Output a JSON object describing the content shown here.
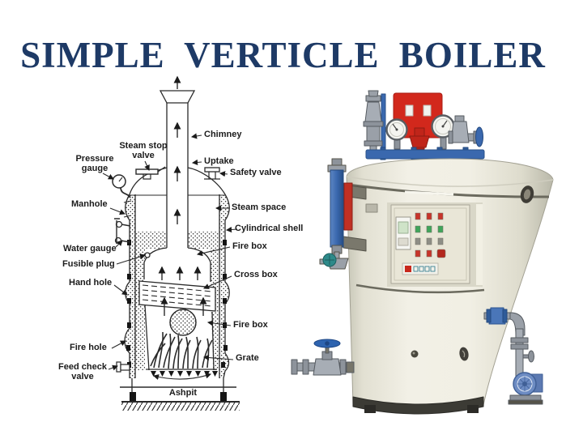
{
  "title": "SIMPLE VERTICLE BOILER",
  "diagram": {
    "labels": {
      "chimney": "Chimney",
      "uptake": "Uptake",
      "safety_valve": "Safety valve",
      "steam_space": "Steam space",
      "cylindrical_shell": "Cylindrical shell",
      "fire_box_upper": "Fire box",
      "cross_box": "Cross box",
      "fire_box_lower": "Fire box",
      "grate": "Grate",
      "ashpit": "Ashpit",
      "steam_stop_valve": "Steam stop valve",
      "pressure_gauge": "Pressure gauge",
      "manhole": "Manhole",
      "water_gauge": "Water gauge",
      "fusible_plug": "Fusible plug",
      "hand_hole": "Hand hole",
      "fire_hole": "Fire hole",
      "feed_check_valve": "Feed check valve"
    }
  },
  "photo": {
    "subject": "vertical-steam-boiler-unit",
    "colors": {
      "shell_cream": "#efede2",
      "control_box_red": "#d2281c",
      "pipe_blue": "#3a68ae",
      "panel_beige": "#e9e6d7",
      "pump_blue": "#6d8cc3",
      "indicator_green": "#3fa55a",
      "indicator_red": "#c8342a",
      "gauge_face": "#f4f4f0"
    }
  },
  "colors": {
    "title_navy": "#1e3a66",
    "line_art": "#2a2a2a",
    "label_text": "#1b1b1b"
  }
}
